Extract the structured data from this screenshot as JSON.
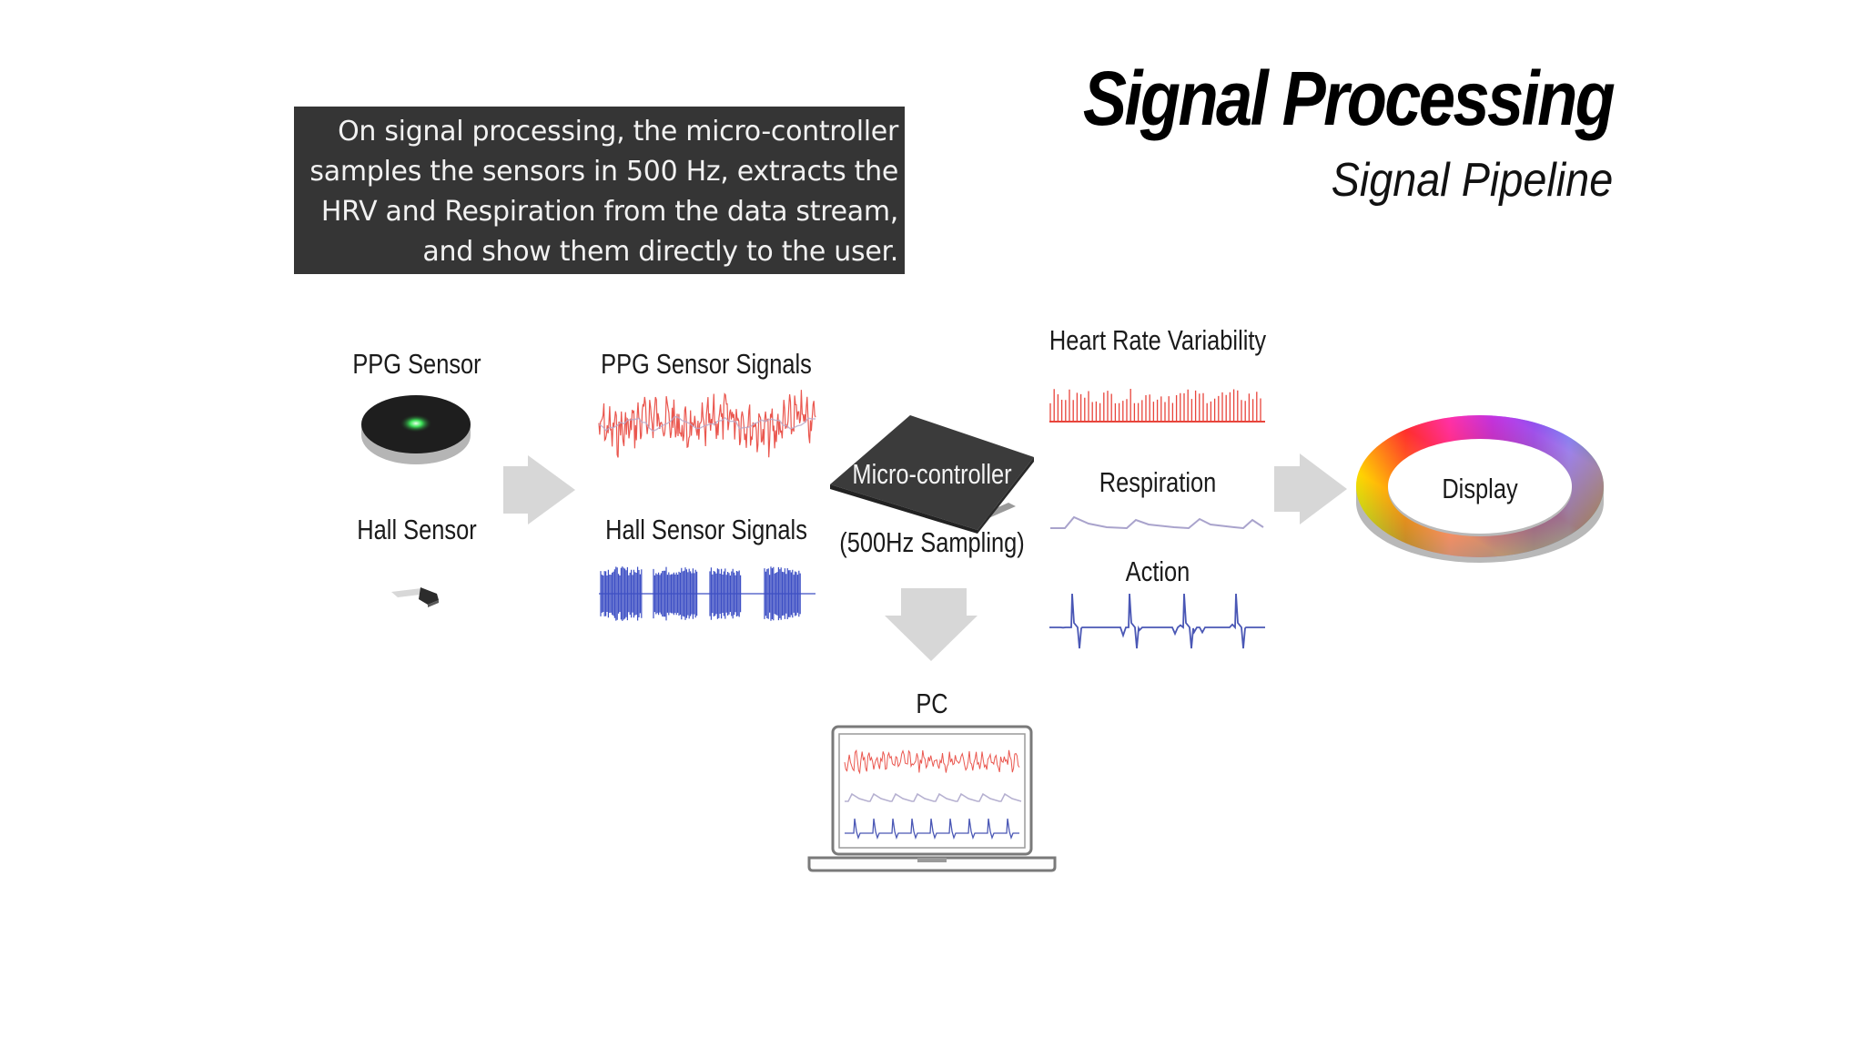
{
  "title": "Signal Processing",
  "subtitle": "Signal Pipeline",
  "description": [
    "On signal processing, the micro-controller",
    "samples the sensors in 500 Hz, extracts the",
    "HRV and Respiration from the data stream,",
    "and show them directly to the user."
  ],
  "labels": {
    "ppg_sensor": "PPG Sensor",
    "hall_sensor": "Hall Sensor",
    "ppg_signals": "PPG Sensor Signals",
    "hall_signals": "Hall Sensor Signals",
    "microcontroller": "Micro-controller",
    "sampling": "(500Hz Sampling)",
    "hrv": "Heart Rate Variability",
    "respiration": "Respiration",
    "action": "Action",
    "display": "Display",
    "pc": "PC"
  },
  "colors": {
    "ppg_signal": "#e8453c",
    "hall_signal": "#3d4fc4",
    "respiration_signal": "#a9a3cc",
    "action_signal": "#4a57b5",
    "arrow": "#d7d7d7",
    "chip": "#3a3a3a",
    "desc_bg": "#353535"
  },
  "icons": [
    "ppg-sensor-disc",
    "hall-sensor-chip",
    "microcontroller-chip",
    "display-ring",
    "laptop",
    "arrow-right",
    "arrow-down"
  ]
}
